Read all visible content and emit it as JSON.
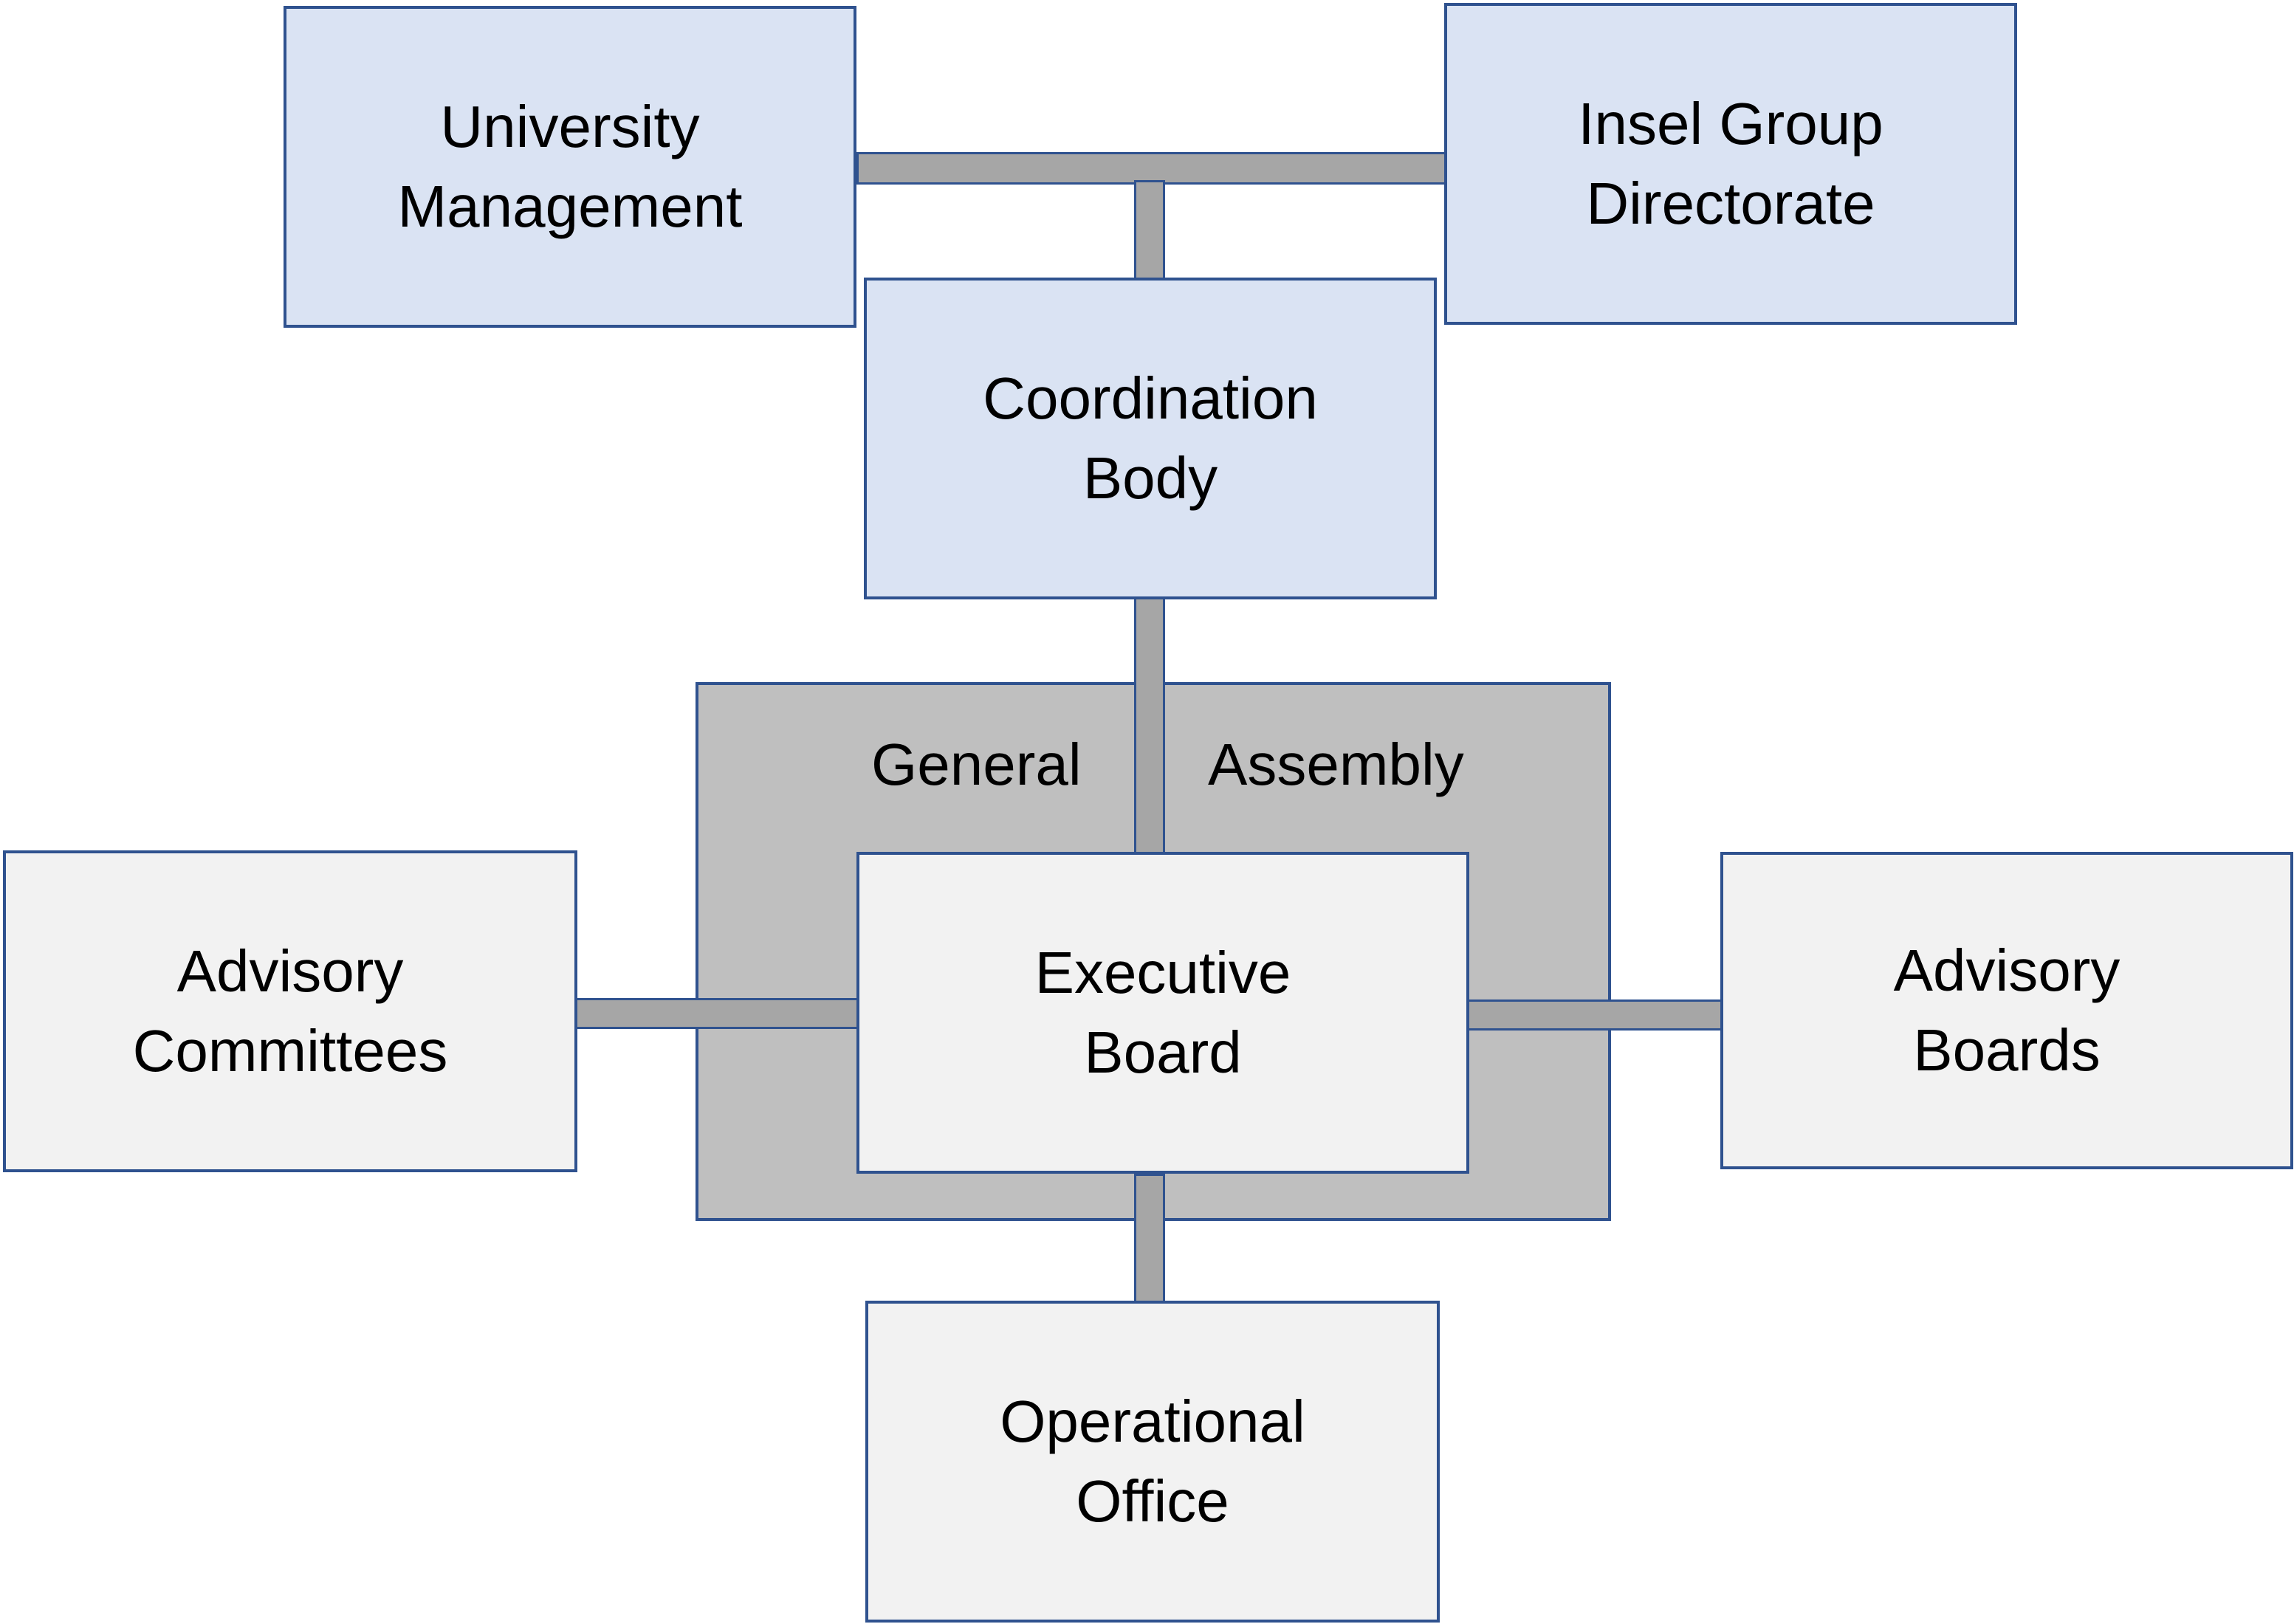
{
  "diagram": {
    "nodes": {
      "university_management": "University\nManagement",
      "insel_group_directorate": "Insel Group\nDirectorate",
      "coordination_body": "Coordination\nBody",
      "general_assembly_word1": "General",
      "general_assembly_word2": "Assembly",
      "advisory_committees": "Advisory\nCommittees",
      "executive_board": "Executive\nBoard",
      "advisory_boards": "Advisory\nBoards",
      "operational_office": "Operational\nOffice"
    },
    "colors": {
      "top_box_fill": "#dae3f3",
      "bottom_box_fill": "#f2f2f2",
      "assembly_fill": "#bfbfbf",
      "border": "#2f528f",
      "connector": "#a6a6a6"
    },
    "edges": [
      [
        "university_management",
        "insel_group_directorate"
      ],
      [
        "coordination_body",
        "university_management"
      ],
      [
        "coordination_body",
        "insel_group_directorate"
      ],
      [
        "coordination_body",
        "executive_board"
      ],
      [
        "advisory_committees",
        "executive_board"
      ],
      [
        "executive_board",
        "advisory_boards"
      ],
      [
        "executive_board",
        "operational_office"
      ]
    ]
  }
}
